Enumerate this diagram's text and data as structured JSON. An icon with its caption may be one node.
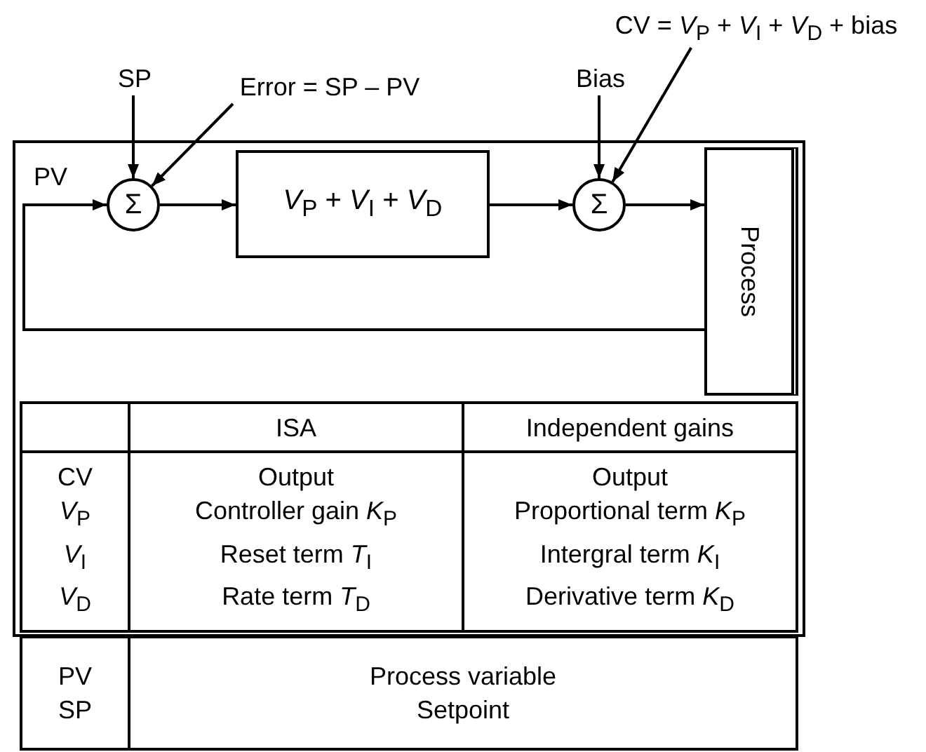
{
  "diagram": {
    "nodes": [
      {
        "text": [
          "SP"
        ]
      },
      {
        "text": [
          "Error = SP – PV"
        ]
      },
      {
        "text": [
          "Bias"
        ]
      },
      {
        "text": [
          "CV = *V*$_{P}$ + *V*$_{I}$ + *V*$_{D}$ + bias"
        ]
      },
      {
        "text": [
          "Σ"
        ]
      },
      {
        "text": [
          "*V*$_{P}$ + *V*$_{I}$ + *V*$_{D}$"
        ]
      },
      {
        "text": [
          "Σ"
        ]
      },
      {
        "text": [
          "Process"
        ]
      }
    ],
    "edges": [
      {
        "from": 0,
        "to": 4,
        "arrow": "to"
      },
      {
        "from": 1,
        "to": 4,
        "arrow": "to"
      },
      {
        "from": 4,
        "to": 5,
        "arrow": "to"
      },
      {
        "from": 5,
        "to": 6,
        "arrow": "to"
      },
      {
        "from": 2,
        "to": 6,
        "arrow": "to"
      },
      {
        "from": 3,
        "to": 6,
        "arrow": "to"
      },
      {
        "from": 6,
        "to": 7,
        "arrow": "to"
      },
      {
        "from": 7,
        "to": 4,
        "arrow": "to",
        "label": "PV"
      }
    ],
    "labels": [
      "ISA",
      "Independent gains",
      "CV",
      "*V*$_{P}$",
      "*V*$_{I}$",
      "*V*$_{D}$",
      "Output",
      "Controller gain *K*$_{P}$",
      "Reset term *T*$_{I}$",
      "Rate term *T*$_{D}$",
      "Output",
      "Proportional term *K*$_{P}$",
      "Intergral term *K*$_{I}$",
      "Derivative term *K*$_{D}$",
      "PV",
      "SP",
      "Process variable",
      "Setpoint"
    ]
  }
}
